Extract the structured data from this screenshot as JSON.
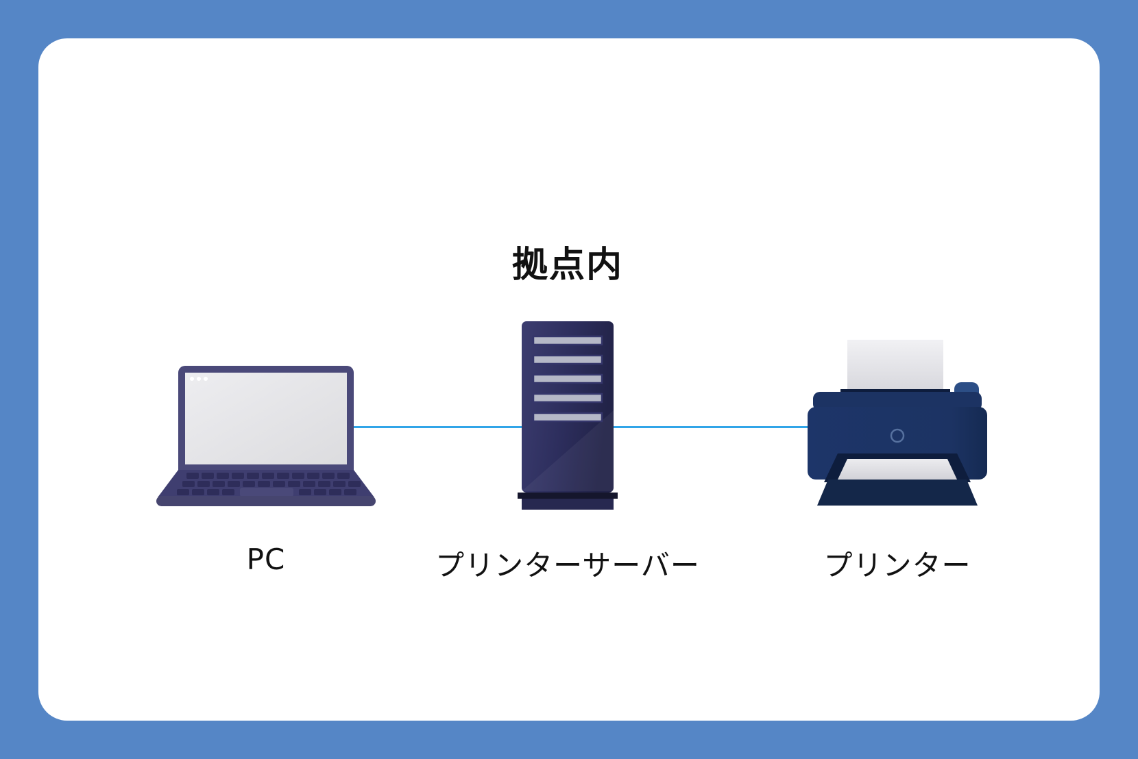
{
  "diagram": {
    "title": "拠点内",
    "nodes": [
      {
        "id": "pc",
        "label": "PC",
        "icon": "laptop-icon"
      },
      {
        "id": "printer-server",
        "label": "プリンターサーバー",
        "icon": "server-icon"
      },
      {
        "id": "printer",
        "label": "プリンター",
        "icon": "printer-icon"
      }
    ],
    "connections": [
      {
        "from": "pc",
        "to": "printer-server"
      },
      {
        "from": "printer-server",
        "to": "printer"
      }
    ],
    "colors": {
      "background": "#5586c6",
      "card": "#ffffff",
      "connection_line": "#31a5e8",
      "device_navy": "#1d3464",
      "device_indigo": "#3f3e70",
      "text": "#111111"
    }
  }
}
